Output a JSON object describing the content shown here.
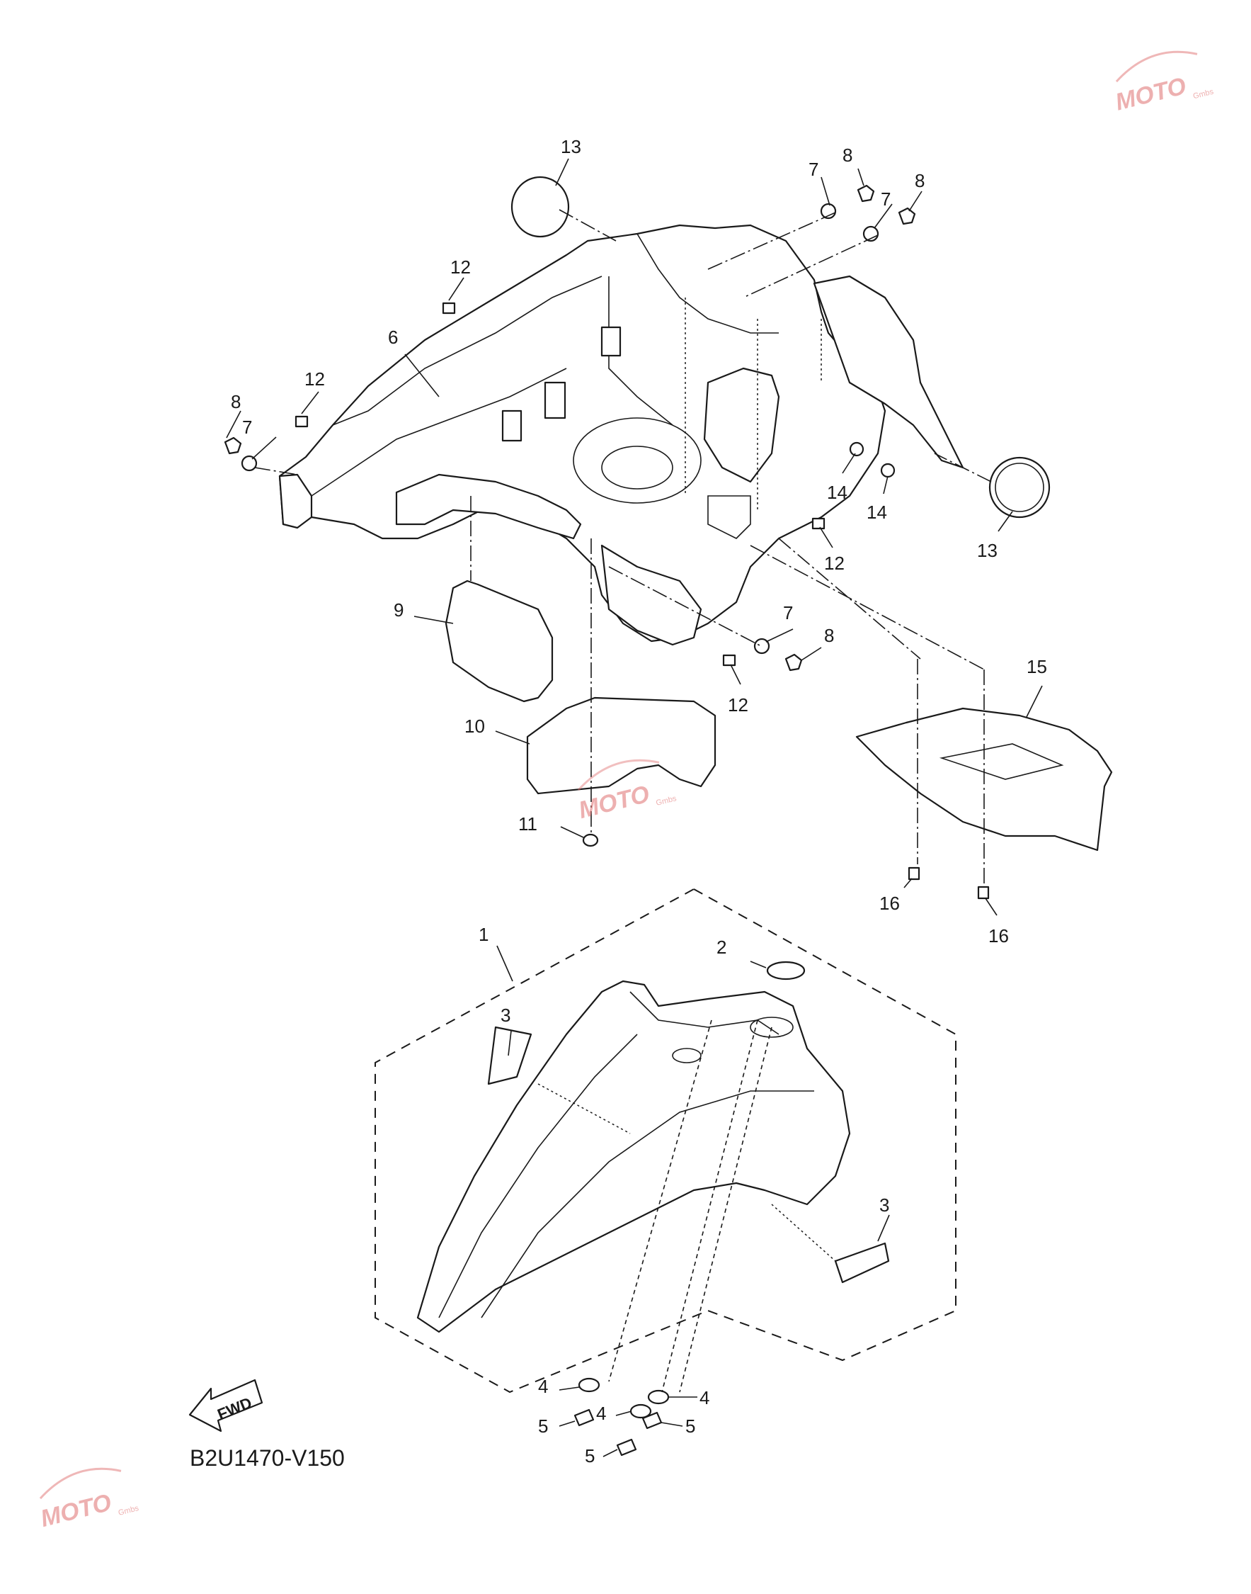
{
  "diagram_code": "B2U1470-V150",
  "fwd_label": "FWD",
  "watermark": {
    "brand": "MOTO",
    "sub": "Gmbs"
  },
  "callouts": [
    {
      "id": "c1",
      "label": "1"
    },
    {
      "id": "c2",
      "label": "2"
    },
    {
      "id": "c3a",
      "label": "3"
    },
    {
      "id": "c3b",
      "label": "3"
    },
    {
      "id": "c4a",
      "label": "4"
    },
    {
      "id": "c4b",
      "label": "4"
    },
    {
      "id": "c4c",
      "label": "4"
    },
    {
      "id": "c5a",
      "label": "5"
    },
    {
      "id": "c5b",
      "label": "5"
    },
    {
      "id": "c5c",
      "label": "5"
    },
    {
      "id": "c6",
      "label": "6"
    },
    {
      "id": "c7a",
      "label": "7"
    },
    {
      "id": "c7b",
      "label": "7"
    },
    {
      "id": "c7c",
      "label": "7"
    },
    {
      "id": "c7d",
      "label": "7"
    },
    {
      "id": "c8a",
      "label": "8"
    },
    {
      "id": "c8b",
      "label": "8"
    },
    {
      "id": "c8c",
      "label": "8"
    },
    {
      "id": "c8d",
      "label": "8"
    },
    {
      "id": "c9",
      "label": "9"
    },
    {
      "id": "c10",
      "label": "10"
    },
    {
      "id": "c11",
      "label": "11"
    },
    {
      "id": "c12a",
      "label": "12"
    },
    {
      "id": "c12b",
      "label": "12"
    },
    {
      "id": "c12c",
      "label": "12"
    },
    {
      "id": "c12d",
      "label": "12"
    },
    {
      "id": "c13a",
      "label": "13"
    },
    {
      "id": "c13b",
      "label": "13"
    },
    {
      "id": "c14a",
      "label": "14"
    },
    {
      "id": "c14b",
      "label": "14"
    },
    {
      "id": "c15",
      "label": "15"
    },
    {
      "id": "c16a",
      "label": "16"
    },
    {
      "id": "c16b",
      "label": "16"
    }
  ]
}
